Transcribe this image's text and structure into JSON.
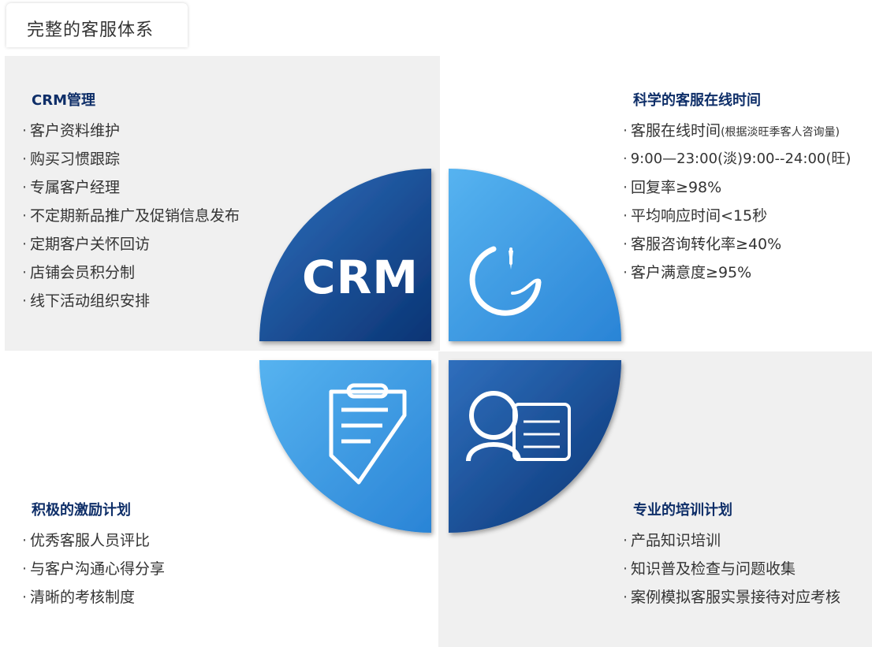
{
  "page": {
    "title": "完整的客服体系"
  },
  "crm_label": "CRM",
  "sections": {
    "crm": {
      "title": "CRM管理",
      "items": [
        "客户资料维护",
        "购买习惯跟踪",
        "专属客户经理",
        "不定期新品推广及促销信息发布",
        "定期客户关怀回访",
        "店铺会员积分制",
        "线下活动组织安排"
      ]
    },
    "online": {
      "title": "科学的客服在线时间",
      "item0_main": "客服在线时间",
      "item0_note": "(根据淡旺季客人咨询量)",
      "items": [
        "9:00—23:00(淡)9:00--24:00(旺)",
        "回复率≥98%",
        "平均响应时间<15秒",
        "客服咨询转化率≥40%",
        "客户满意度≥95%"
      ]
    },
    "incentive": {
      "title": "积极的激励计划",
      "items": [
        "优秀客服人员评比",
        "与客户沟通心得分享",
        "清晰的考核制度"
      ]
    },
    "training": {
      "title": "专业的培训计划",
      "items": [
        "产品知识培训",
        "知识普及检查与问题收集",
        "案例模拟客服实景接待对应考核"
      ]
    }
  },
  "bullet": "·",
  "icons": [
    "crm-text-icon",
    "clock-icon",
    "clipboard-check-icon",
    "customer-card-icon"
  ],
  "colors": {
    "dark_blue": "#0d3f86",
    "light_blue": "#3d9be0",
    "title_blue": "#0e2e68",
    "panel_gray": "#f0f0f0"
  }
}
